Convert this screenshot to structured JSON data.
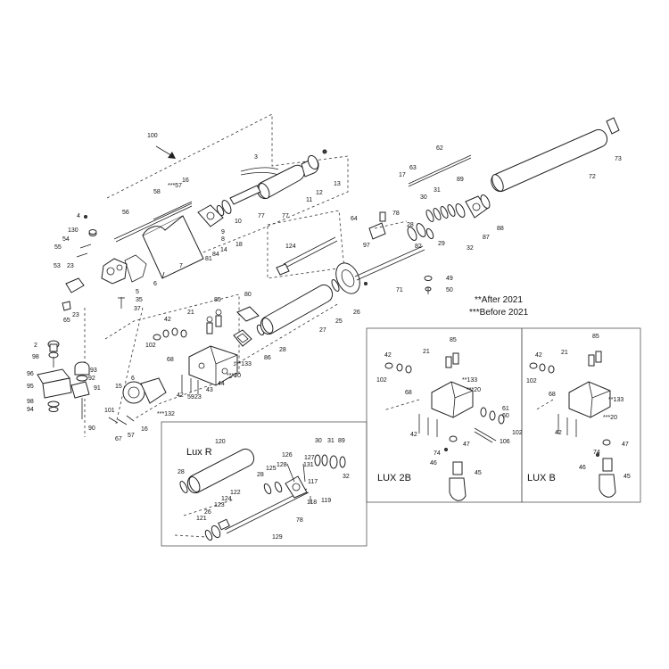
{
  "notes": {
    "after": "**After 2021",
    "before": "***Before 2021"
  },
  "insets": {
    "lux_r": "Lux R",
    "lux_2b": "LUX 2B",
    "lux_b": "LUX B"
  },
  "callouts": [
    {
      "id": "c100",
      "text": "100"
    },
    {
      "id": "c3",
      "text": "3"
    },
    {
      "id": "c13",
      "text": "13"
    },
    {
      "id": "c12",
      "text": "12"
    },
    {
      "id": "c11",
      "text": "11"
    },
    {
      "id": "c77a",
      "text": "77"
    },
    {
      "id": "c77b",
      "text": "77"
    },
    {
      "id": "c10",
      "text": "10"
    },
    {
      "id": "c9",
      "text": "9"
    },
    {
      "id": "c8",
      "text": "8"
    },
    {
      "id": "c18",
      "text": "18"
    },
    {
      "id": "c14",
      "text": "14"
    },
    {
      "id": "c84",
      "text": "84"
    },
    {
      "id": "c81",
      "text": "81"
    },
    {
      "id": "c7",
      "text": "7"
    },
    {
      "id": "c57a",
      "text": "***57"
    },
    {
      "id": "c16a",
      "text": "16"
    },
    {
      "id": "c58",
      "text": "58"
    },
    {
      "id": "c56",
      "text": "56"
    },
    {
      "id": "c4",
      "text": "4"
    },
    {
      "id": "c130",
      "text": "130"
    },
    {
      "id": "c54",
      "text": "54"
    },
    {
      "id": "c55",
      "text": "55"
    },
    {
      "id": "c53",
      "text": "53"
    },
    {
      "id": "c23a",
      "text": "23"
    },
    {
      "id": "c65",
      "text": "65"
    },
    {
      "id": "c23b",
      "text": "23"
    },
    {
      "id": "c6a",
      "text": "6"
    },
    {
      "id": "c5",
      "text": "5"
    },
    {
      "id": "c35",
      "text": "35"
    },
    {
      "id": "c37",
      "text": "37"
    },
    {
      "id": "c2",
      "text": "2"
    },
    {
      "id": "c98a",
      "text": "98"
    },
    {
      "id": "c96",
      "text": "96"
    },
    {
      "id": "c95",
      "text": "95"
    },
    {
      "id": "c98b",
      "text": "98"
    },
    {
      "id": "c94",
      "text": "94"
    },
    {
      "id": "c93",
      "text": "93"
    },
    {
      "id": "c92",
      "text": "92"
    },
    {
      "id": "c91",
      "text": "91"
    },
    {
      "id": "c90",
      "text": "90"
    },
    {
      "id": "c101",
      "text": "101"
    },
    {
      "id": "c67",
      "text": "67"
    },
    {
      "id": "c57b",
      "text": "57"
    },
    {
      "id": "c16b",
      "text": "16"
    },
    {
      "id": "c15",
      "text": "15"
    },
    {
      "id": "c6b",
      "text": "6"
    },
    {
      "id": "c132",
      "text": "***132"
    },
    {
      "id": "c62",
      "text": "62"
    },
    {
      "id": "c63",
      "text": "63"
    },
    {
      "id": "c17",
      "text": "17"
    },
    {
      "id": "c73",
      "text": "73"
    },
    {
      "id": "c72",
      "text": "72"
    },
    {
      "id": "c31",
      "text": "31"
    },
    {
      "id": "c30",
      "text": "30"
    },
    {
      "id": "c89",
      "text": "89"
    },
    {
      "id": "c64",
      "text": "64"
    },
    {
      "id": "c78a",
      "text": "78"
    },
    {
      "id": "c28a",
      "text": "28"
    },
    {
      "id": "c97",
      "text": "97"
    },
    {
      "id": "c82",
      "text": "82"
    },
    {
      "id": "c29",
      "text": "29"
    },
    {
      "id": "c32",
      "text": "32"
    },
    {
      "id": "c87",
      "text": "87"
    },
    {
      "id": "c88",
      "text": "88"
    },
    {
      "id": "c124a",
      "text": "124"
    },
    {
      "id": "c49",
      "text": "49"
    },
    {
      "id": "c50",
      "text": "50"
    },
    {
      "id": "c71",
      "text": "71"
    },
    {
      "id": "c26",
      "text": "26"
    },
    {
      "id": "c25",
      "text": "25"
    },
    {
      "id": "c27",
      "text": "27"
    },
    {
      "id": "c80",
      "text": "80"
    },
    {
      "id": "c85a",
      "text": "85"
    },
    {
      "id": "c21a",
      "text": "21"
    },
    {
      "id": "c86",
      "text": "86"
    },
    {
      "id": "c28b",
      "text": "28"
    },
    {
      "id": "c42a",
      "text": "42"
    },
    {
      "id": "c133a",
      "text": "***133"
    },
    {
      "id": "c20a",
      "text": "***20"
    },
    {
      "id": "c102a",
      "text": "102"
    },
    {
      "id": "c68a",
      "text": "68"
    },
    {
      "id": "c44a",
      "text": "44"
    },
    {
      "id": "c43a",
      "text": "43"
    },
    {
      "id": "c23c",
      "text": "23"
    },
    {
      "id": "c59a",
      "text": "59"
    },
    {
      "id": "c42b",
      "text": "42"
    },
    {
      "id": "c120",
      "text": "120"
    },
    {
      "id": "c28c",
      "text": "28"
    },
    {
      "id": "c126",
      "text": "126"
    },
    {
      "id": "c127",
      "text": "127"
    },
    {
      "id": "c131",
      "text": "131"
    },
    {
      "id": "c30b",
      "text": "30"
    },
    {
      "id": "c31b",
      "text": "31"
    },
    {
      "id": "c89b",
      "text": "89"
    },
    {
      "id": "c32b",
      "text": "32"
    },
    {
      "id": "c125",
      "text": "125"
    },
    {
      "id": "c128",
      "text": "128"
    },
    {
      "id": "c28d",
      "text": "28"
    },
    {
      "id": "c117",
      "text": "117"
    },
    {
      "id": "c118",
      "text": "118"
    },
    {
      "id": "c119",
      "text": "119"
    },
    {
      "id": "c78b",
      "text": "78"
    },
    {
      "id": "c122",
      "text": "122"
    },
    {
      "id": "c124b",
      "text": "124"
    },
    {
      "id": "c123",
      "text": "123"
    },
    {
      "id": "c26b",
      "text": "26"
    },
    {
      "id": "c121",
      "text": "121"
    },
    {
      "id": "c129",
      "text": "129"
    },
    {
      "id": "c85b",
      "text": "85"
    },
    {
      "id": "c21b",
      "text": "21"
    },
    {
      "id": "c42c",
      "text": "42"
    },
    {
      "id": "c102b",
      "text": "102"
    },
    {
      "id": "c68b",
      "text": "68"
    },
    {
      "id": "c133b",
      "text": "**133"
    },
    {
      "id": "c20b",
      "text": "***20"
    },
    {
      "id": "c42d",
      "text": "42"
    },
    {
      "id": "c47a",
      "text": "47"
    },
    {
      "id": "c74a",
      "text": "74"
    },
    {
      "id": "c46a",
      "text": "46"
    },
    {
      "id": "c45a",
      "text": "45"
    },
    {
      "id": "c61",
      "text": "61"
    },
    {
      "id": "c60",
      "text": "60"
    },
    {
      "id": "c102c",
      "text": "102"
    },
    {
      "id": "c106",
      "text": "106"
    },
    {
      "id": "c85c",
      "text": "85"
    },
    {
      "id": "c21c",
      "text": "21"
    },
    {
      "id": "c42e",
      "text": "42"
    },
    {
      "id": "c102d",
      "text": "102"
    },
    {
      "id": "c68c",
      "text": "68"
    },
    {
      "id": "c133c",
      "text": "**133"
    },
    {
      "id": "c20c",
      "text": "***20"
    },
    {
      "id": "c42f",
      "text": "42"
    },
    {
      "id": "c47b",
      "text": "47"
    },
    {
      "id": "c74b",
      "text": "74"
    },
    {
      "id": "c46b",
      "text": "46"
    },
    {
      "id": "c45b",
      "text": "45"
    }
  ]
}
